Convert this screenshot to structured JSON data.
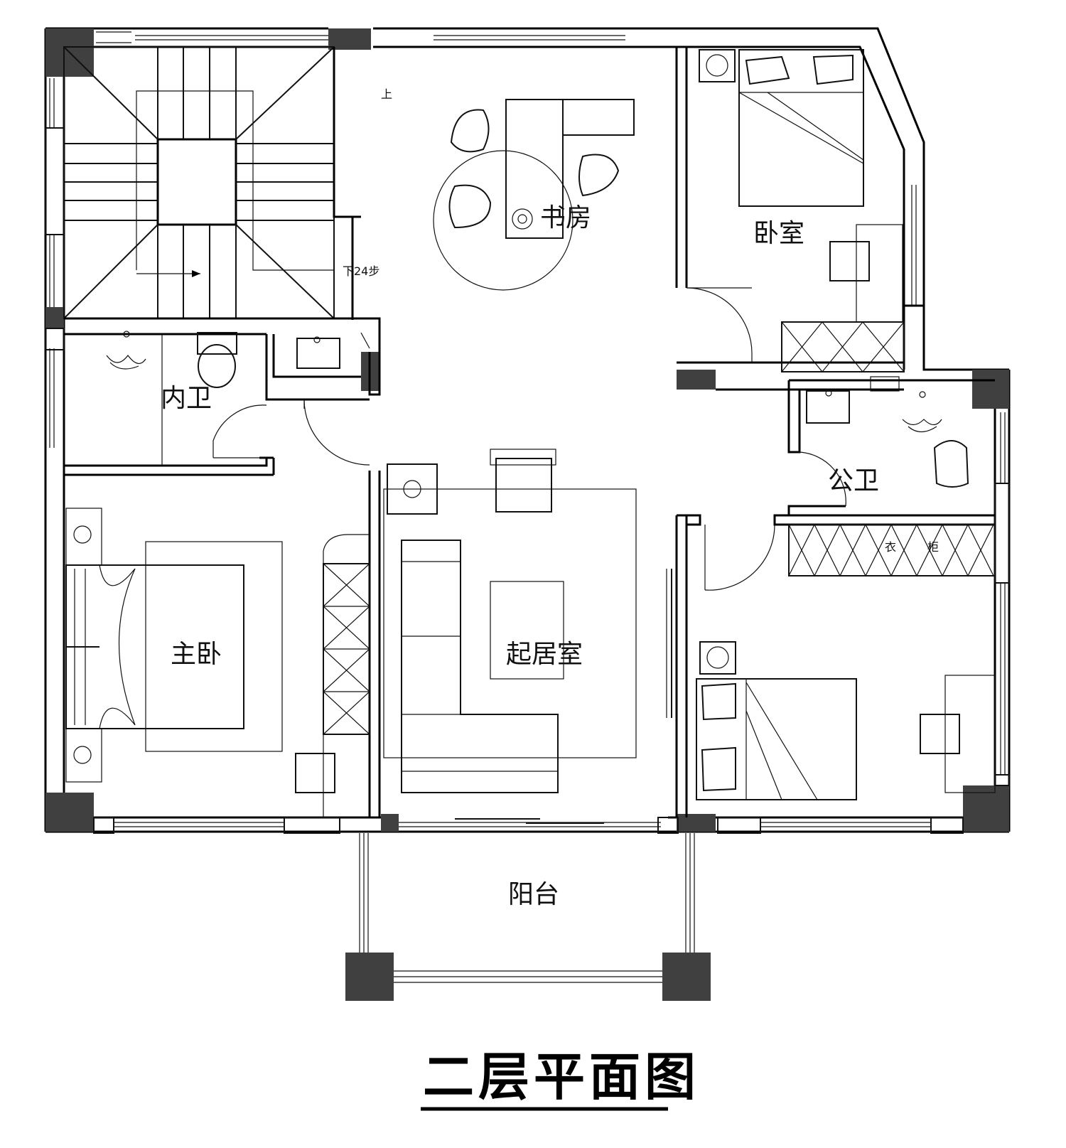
{
  "title": "二层平面图",
  "rooms": {
    "study": "书房",
    "bedroom": "卧室",
    "inner_bath": "内卫",
    "public_bath": "公卫",
    "master_bedroom": "主卧",
    "living_room": "起居室",
    "balcony": "阳台"
  },
  "annotations": {
    "stair_up": "上",
    "stair_down": "下24步",
    "wardrobe_1": "衣",
    "wardrobe_2": "柜"
  },
  "colors": {
    "wall": "#000000",
    "column": "#404040",
    "background": "#ffffff"
  }
}
